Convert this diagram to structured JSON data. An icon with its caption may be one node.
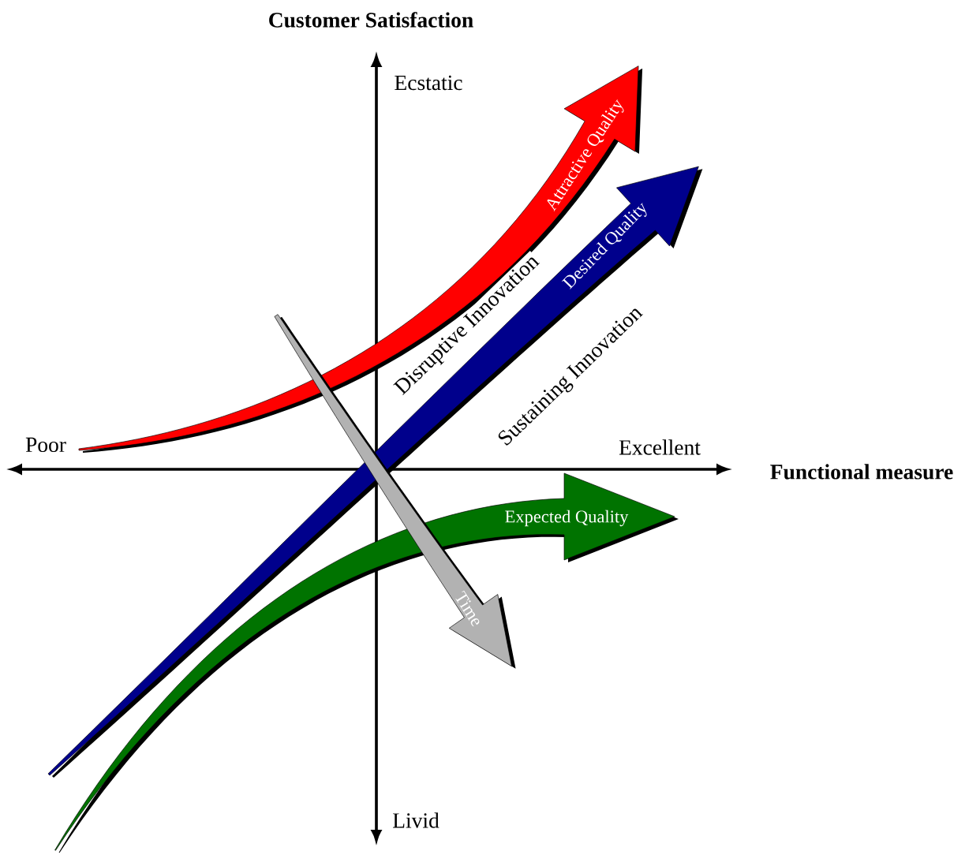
{
  "diagram": {
    "nodes": [
      {
        "text": [
          "Attractive Quality"
        ]
      },
      {
        "text": [
          "Desired Quality"
        ]
      },
      {
        "text": [
          "Expected Quality"
        ]
      },
      {
        "text": [
          "Time"
        ]
      }
    ],
    "labels": [
      "Customer Satisfaction",
      "Ecstatic",
      "Disruptive Innovation",
      "Sustaining Innovation",
      "Poor",
      "Excellent",
      "Functional measure",
      "Livid"
    ]
  }
}
